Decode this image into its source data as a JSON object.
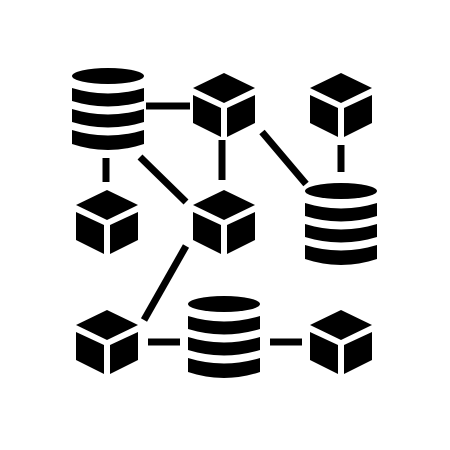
{
  "icon": {
    "name": "distributed-database-network",
    "style": "solid-glyph",
    "colors": {
      "foreground": "#000000",
      "background": "#ffffff"
    },
    "nodes": [
      {
        "id": "db-top-left",
        "type": "database"
      },
      {
        "id": "cube-top-middle",
        "type": "cube"
      },
      {
        "id": "cube-top-right",
        "type": "cube"
      },
      {
        "id": "cube-middle-left",
        "type": "cube"
      },
      {
        "id": "cube-center",
        "type": "cube"
      },
      {
        "id": "db-middle-right",
        "type": "database"
      },
      {
        "id": "cube-bottom-left",
        "type": "cube"
      },
      {
        "id": "db-bottom-middle",
        "type": "database"
      },
      {
        "id": "cube-bottom-right",
        "type": "cube"
      }
    ],
    "connections": [
      [
        "db-top-left",
        "cube-top-middle"
      ],
      [
        "db-top-left",
        "cube-middle-left"
      ],
      [
        "db-top-left",
        "cube-center"
      ],
      [
        "cube-top-middle",
        "cube-center"
      ],
      [
        "cube-top-middle",
        "db-middle-right"
      ],
      [
        "cube-top-right",
        "db-middle-right"
      ],
      [
        "cube-center",
        "cube-bottom-left"
      ],
      [
        "cube-bottom-left",
        "db-bottom-middle"
      ],
      [
        "db-bottom-middle",
        "cube-bottom-right"
      ]
    ]
  }
}
